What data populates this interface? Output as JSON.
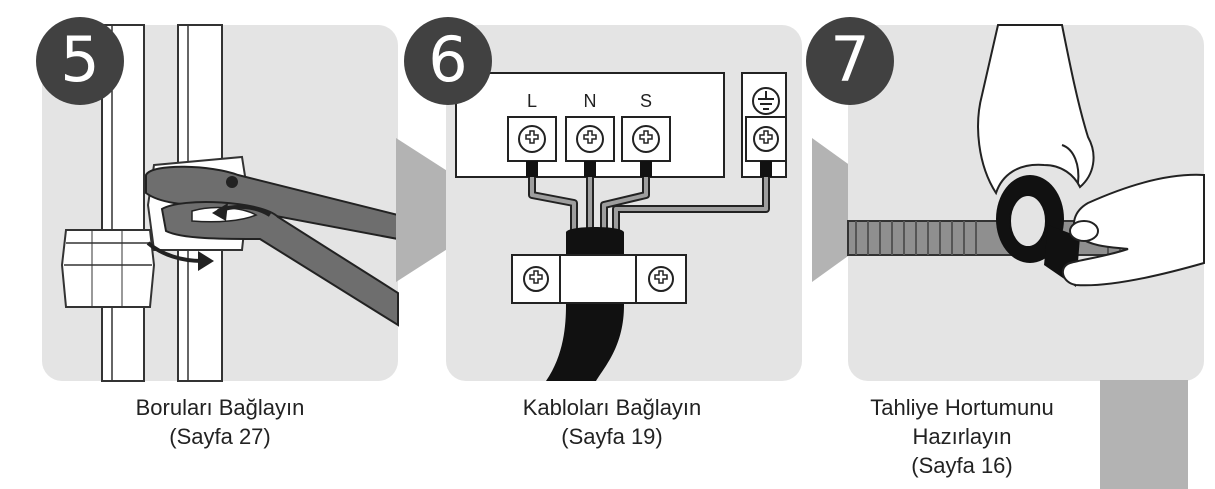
{
  "steps": [
    {
      "number": "5",
      "caption_lines": [
        "Boruları Bağlayın",
        "(Sayfa 27)"
      ]
    },
    {
      "number": "6",
      "caption_lines": [
        "Kabloları Bağlayın",
        "(Sayfa 19)"
      ]
    },
    {
      "number": "7",
      "caption_lines": [
        "Tahliye Hortumunu",
        "Hazırlayın",
        "(Sayfa 16)"
      ]
    }
  ],
  "terminal_labels": [
    "L",
    "N",
    "S"
  ],
  "icons": [
    "wrench-icon",
    "rotation-arrow-icon",
    "terminal-screw-icon",
    "ground-symbol-icon",
    "flow-arrow-icon",
    "tape-roll-icon",
    "hand-icon"
  ],
  "colors": {
    "panel": "#e4e4e4",
    "badge": "#414141",
    "arrow": "#b3b3b3",
    "text": "#222222"
  }
}
